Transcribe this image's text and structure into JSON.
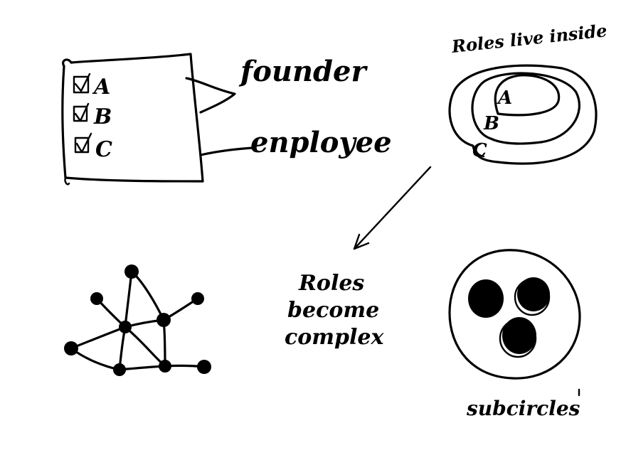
{
  "checklist": {
    "items": [
      {
        "label": "A",
        "checked": true
      },
      {
        "label": "B",
        "checked": true
      },
      {
        "label": "C",
        "checked": true
      }
    ]
  },
  "branches": {
    "founder": "founder",
    "employee": "enployee"
  },
  "nested_roles": {
    "caption": "Roles live inside",
    "circles": [
      "A",
      "B",
      "C"
    ]
  },
  "center_text": {
    "line1": "Roles",
    "line2": "become",
    "line3": "complex"
  },
  "subcircles": {
    "caption": "subcircles"
  },
  "colors": {
    "ink": "#000000",
    "paper": "#ffffff"
  }
}
